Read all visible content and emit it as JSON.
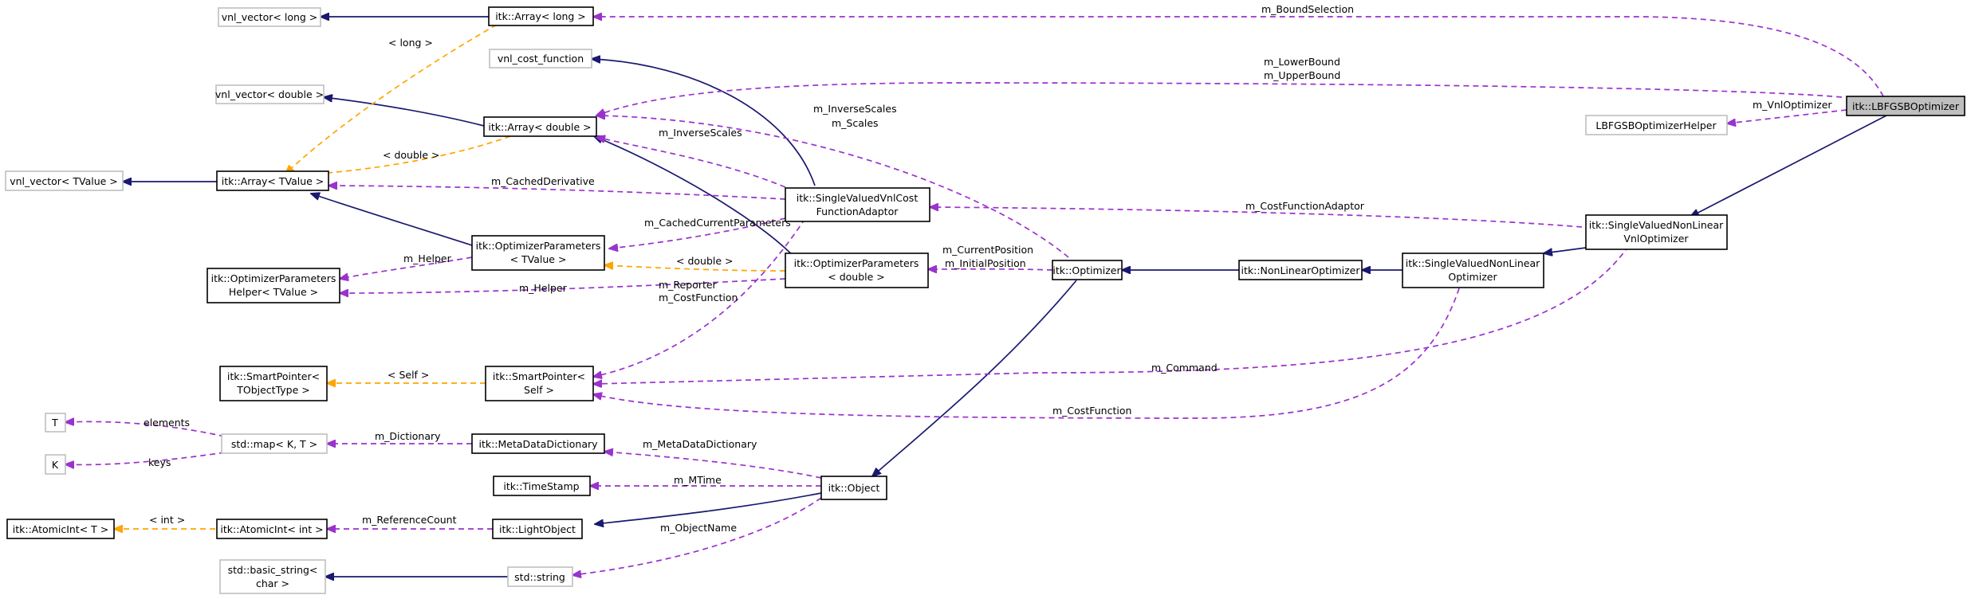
{
  "diagram": {
    "colors": {
      "inheritance": "#191970",
      "usage": "#9a32cd",
      "template": "#ffa500",
      "border_documented": "#000000",
      "border_undocumented": "#bfbfbf",
      "focus_fill": "#bfbfbf"
    },
    "nodes": {
      "vnl_vector_long": {
        "lines": [
          "vnl_vector< long >"
        ]
      },
      "array_long": {
        "lines": [
          "itk::Array< long >"
        ]
      },
      "vnl_cost_function": {
        "lines": [
          "vnl_cost_function"
        ]
      },
      "vnl_vector_double": {
        "lines": [
          "vnl_vector< double >"
        ]
      },
      "array_double": {
        "lines": [
          "itk::Array< double >"
        ]
      },
      "vnl_vector_tvalue": {
        "lines": [
          "vnl_vector< TValue >"
        ]
      },
      "array_tvalue": {
        "lines": [
          "itk::Array< TValue >"
        ]
      },
      "svvcfa": {
        "lines": [
          "itk::SingleValuedVnlCost",
          "FunctionAdaptor"
        ]
      },
      "op_params_tvalue": {
        "lines": [
          "itk::OptimizerParameters",
          "< TValue >"
        ]
      },
      "op_params_helper": {
        "lines": [
          "itk::OptimizerParameters",
          "Helper< TValue >"
        ]
      },
      "op_params_double": {
        "lines": [
          "itk::OptimizerParameters",
          "< double >"
        ]
      },
      "optimizer": {
        "lines": [
          "itk::Optimizer"
        ]
      },
      "nonlinear_optimizer": {
        "lines": [
          "itk::NonLinearOptimizer"
        ]
      },
      "svnl_optimizer": {
        "lines": [
          "itk::SingleValuedNonLinear",
          "Optimizer"
        ]
      },
      "svnl_vnl_optimizer": {
        "lines": [
          "itk::SingleValuedNonLinear",
          "VnlOptimizer"
        ]
      },
      "lbfgsb_helper": {
        "lines": [
          "LBFGSBOptimizerHelper"
        ]
      },
      "lbfgsb": {
        "lines": [
          "itk::LBFGSBOptimizer"
        ]
      },
      "smartptr_tobject": {
        "lines": [
          "itk::SmartPointer<",
          "TObjectType >"
        ]
      },
      "smartptr_self": {
        "lines": [
          "itk::SmartPointer<",
          "Self >"
        ]
      },
      "t_node": {
        "lines": [
          "T"
        ]
      },
      "k_node": {
        "lines": [
          "K"
        ]
      },
      "std_map": {
        "lines": [
          "std::map< K, T >"
        ]
      },
      "metadata_dictionary": {
        "lines": [
          "itk::MetaDataDictionary"
        ]
      },
      "timestamp": {
        "lines": [
          "itk::TimeStamp"
        ]
      },
      "object": {
        "lines": [
          "itk::Object"
        ]
      },
      "atomicint_t": {
        "lines": [
          "itk::AtomicInt< T >"
        ]
      },
      "atomicint_int": {
        "lines": [
          "itk::AtomicInt< int >"
        ]
      },
      "light_object": {
        "lines": [
          "itk::LightObject"
        ]
      },
      "basic_string": {
        "lines": [
          "std::basic_string<",
          "char >"
        ]
      },
      "std_string": {
        "lines": [
          "std::string"
        ]
      }
    },
    "edge_labels": {
      "bound_selection": "m_BoundSelection",
      "lower_bound": "m_LowerBound",
      "upper_bound": "m_UpperBound",
      "vnl_optimizer": "m_VnlOptimizer",
      "long_tmpl": "< long >",
      "inverse_scales_top": "m_InverseScales",
      "scales": "m_Scales",
      "inverse_scales": "m_InverseScales",
      "double_tmpl": "< double >",
      "cached_derivative": "m_CachedDerivative",
      "cost_function_adaptor": "m_CostFunctionAdaptor",
      "cached_current_parameters": "m_CachedCurrentParameters",
      "helper1": "m_Helper",
      "double_tmpl2": "< double >",
      "helper2": "m_Helper",
      "current_position": "m_CurrentPosition",
      "initial_position": "m_InitialPosition",
      "reporter": "m_Reporter",
      "cost_function1": "m_CostFunction",
      "self_tmpl": "< Self >",
      "command": "m_Command",
      "cost_function2": "m_CostFunction",
      "elements": "elements",
      "keys": "keys",
      "dictionary": "m_Dictionary",
      "metadata_dictionary": "m_MetaDataDictionary",
      "mtime": "m_MTime",
      "int_tmpl": "< int >",
      "reference_count": "m_ReferenceCount",
      "object_name": "m_ObjectName"
    }
  }
}
